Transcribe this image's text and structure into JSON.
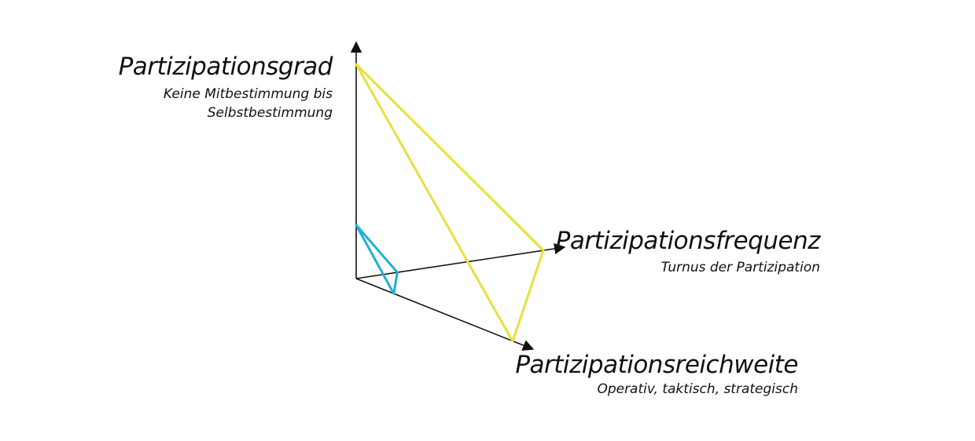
{
  "axes": {
    "vertical": {
      "title": "Partizipationsgrad",
      "subtitle_lines": [
        "Keine Mitbestimmung bis",
        "Selbstbestimmung"
      ]
    },
    "right": {
      "title": "Partizipationsfrequenz",
      "subtitle": "Turnus der Partizipation"
    },
    "diagonal": {
      "title": "Partizipationsreichweite",
      "subtitle": "Operativ, taktisch, strategisch"
    }
  },
  "colors": {
    "axis": "#111111",
    "large_triangle": "#e8e03c",
    "small_triangle": "#1fb0d6"
  },
  "triangles": [
    {
      "color_key": "large_triangle",
      "vertical": 1.0,
      "right": 1.0,
      "diagonal": 1.0
    },
    {
      "color_key": "small_triangle",
      "vertical": 0.25,
      "right": 0.22,
      "diagonal": 0.24
    }
  ]
}
